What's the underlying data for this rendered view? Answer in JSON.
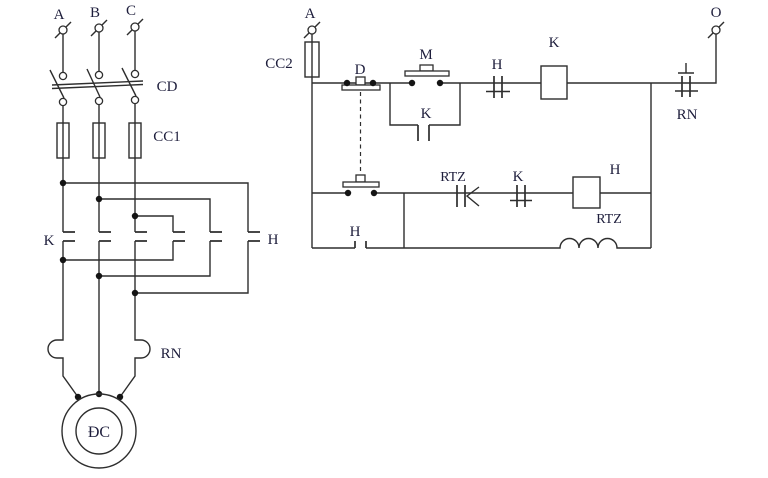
{
  "colors": {
    "background": "#ffffff",
    "wire": "#2e2e2e",
    "label_text": "#1e1e3c"
  },
  "power_circuit": {
    "phase_a": "A",
    "phase_b": "B",
    "phase_c": "C",
    "disconnect_switch": "CD",
    "main_fuse": "CC1",
    "forward_contacts": "K",
    "brake_contacts": "H",
    "thermal_overload": "RN",
    "motor": "ĐC"
  },
  "control_circuit": {
    "phase_terminal": "A",
    "control_fuse": "CC2",
    "stop_button": "D",
    "start_button": "M",
    "seal_in_contact": "K",
    "brake_interlock_contact": "H",
    "forward_coil": "K",
    "neutral_terminal": "O",
    "thermal_contact": "RN",
    "brake_seal_contact": "H",
    "timer_contact": "RTZ",
    "forward_interlock_contact": "K",
    "brake_coil": "H",
    "timer_coil": "RTZ"
  }
}
